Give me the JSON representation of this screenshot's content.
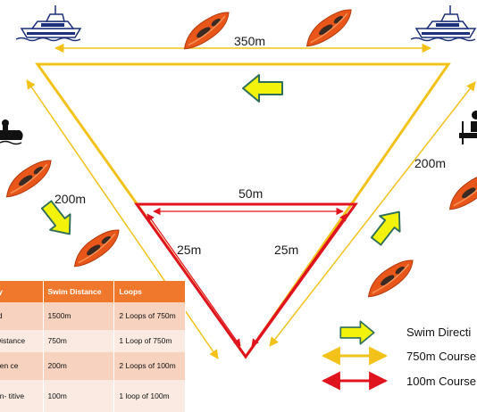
{
  "distance_labels": {
    "top": "350m",
    "left": "200m",
    "right": "200m",
    "inner_top": "50m",
    "inner_left": "25m",
    "inner_right": "25m"
  },
  "table": {
    "headers": [
      "ry",
      "Swim Distance",
      "Loops"
    ],
    "rows": [
      [
        "rd",
        "1500m",
        "2 Loops of 750m"
      ],
      [
        "Distance",
        "750m",
        "1 Loop of 750m"
      ],
      [
        "nen ce",
        "200m",
        "2 Loops of 100m"
      ],
      [
        "on- titive",
        "100m",
        "1 loop of 100m"
      ]
    ]
  },
  "legend": {
    "swim_direction": "Swim Directi",
    "course_750": "750m Course",
    "course_100": "100m Course"
  },
  "colors": {
    "course_750": "#f2c21b",
    "course_100": "#e0141e",
    "swim_arrow_fill": "#f2f20a",
    "swim_arrow_stroke": "#2f6f5a",
    "kayak": "#e8561a",
    "table_header": "#f0782c"
  },
  "icons": [
    "boat-icon",
    "kayak-icon",
    "jetski-icon",
    "paddleboard-icon",
    "swim-direction-arrow-icon"
  ]
}
